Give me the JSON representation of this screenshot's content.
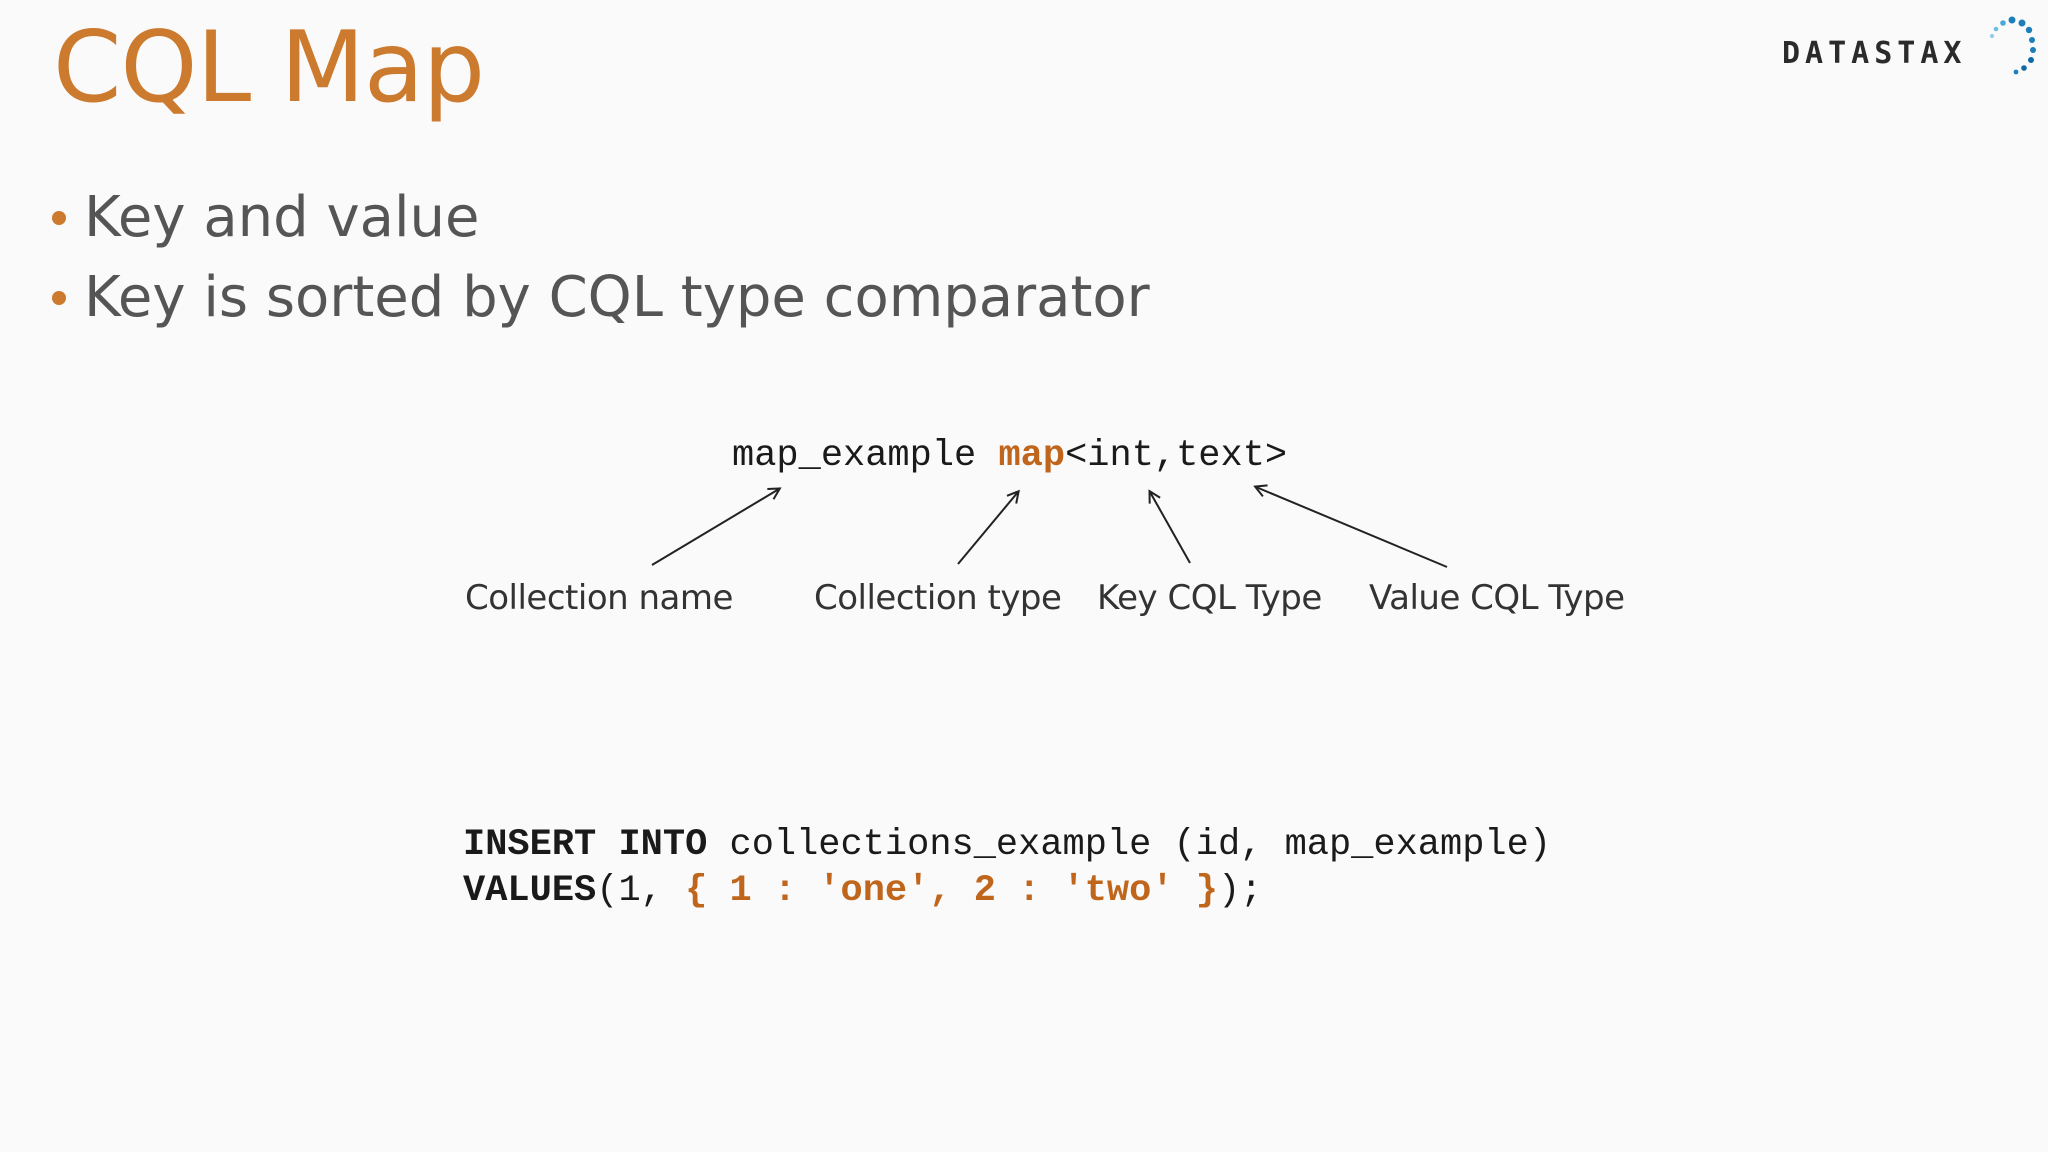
{
  "slide": {
    "title": "CQL Map",
    "bullets": [
      "Key and value",
      "Key is sorted by CQL type comparator"
    ]
  },
  "logo": {
    "text": "DATASTAX"
  },
  "declaration": {
    "name": "map_example ",
    "type_keyword": "map",
    "type_args": "<int,text>"
  },
  "annotations": {
    "collection_name": "Collection name",
    "collection_type": "Collection type",
    "key_type": "Key CQL Type",
    "value_type": "Value CQL Type"
  },
  "insert_statement": {
    "line1": {
      "kw_insert": "INSERT",
      "sp1": " ",
      "kw_into": "INTO",
      "rest": " collections_example (id, map_example)"
    },
    "line2": {
      "kw_values": "VALUES",
      "prefix": "(1, ",
      "map_literal": "{ 1 : 'one', 2 : 'two' }",
      "suffix": ");"
    }
  },
  "colors": {
    "accent": "#cc7a2e",
    "code_highlight": "#c0661c",
    "background": "#fafafa",
    "body_text": "#555555"
  }
}
